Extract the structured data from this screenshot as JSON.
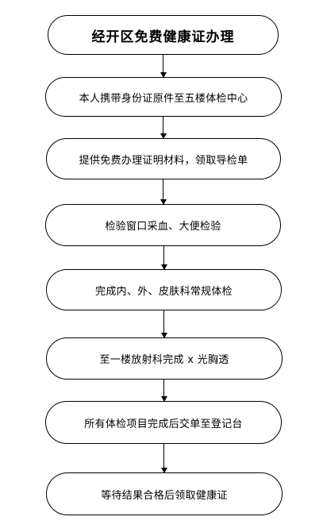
{
  "flowchart": {
    "title": "经开区免费健康证办理",
    "steps": [
      "本人携带身份证原件至五楼体检中心",
      "提供免费办理证明材料，领取导检单",
      "检验窗口采血、大便检验",
      "完成内、外、皮肤科常规体检",
      "至一楼放射科完成 x 光胸透",
      "所有体检项目完成后交单至登记台",
      "等待结果合格后领取健康证"
    ]
  }
}
